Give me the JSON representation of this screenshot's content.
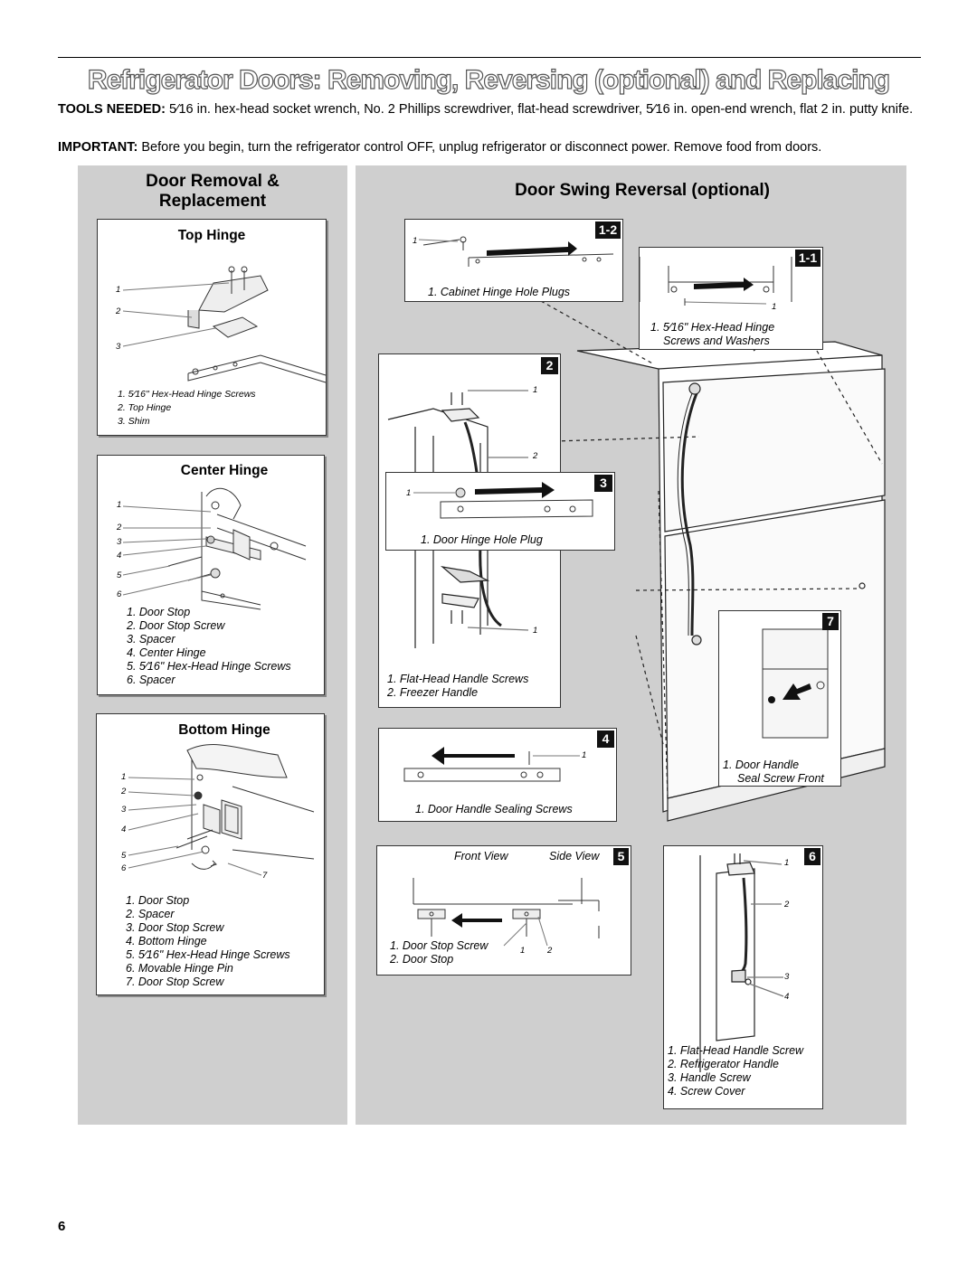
{
  "page": {
    "title": "Refrigerator Doors: Removing, Reversing (optional) and Replacing",
    "tools_label": "TOOLS NEEDED:",
    "tools_text": " 5⁄16 in. hex-head socket wrench, No. 2 Phillips screwdriver, flat-head screwdriver, 5⁄16 in. open-end wrench, flat 2 in. putty knife.",
    "important_label": "IMPORTANT:",
    "important_text": " Before you begin, turn the refrigerator control OFF, unplug refrigerator or disconnect power. Remove food from doors.",
    "page_number": "6"
  },
  "left": {
    "heading_line1": "Door Removal &",
    "heading_line2": "Replacement",
    "top_hinge": {
      "title": "Top Hinge",
      "callouts": [
        "1",
        "2",
        "3"
      ],
      "legend": [
        "1. 5⁄16\" Hex-Head Hinge Screws",
        "2. Top Hinge",
        "3. Shim"
      ]
    },
    "center_hinge": {
      "title": "Center Hinge",
      "callouts": [
        "1",
        "2",
        "3",
        "4",
        "5",
        "6"
      ],
      "legend": [
        "1. Door Stop",
        "2. Door Stop Screw",
        "3. Spacer",
        "4. Center Hinge",
        "5. 5⁄16\" Hex-Head Hinge Screws",
        "6. Spacer"
      ]
    },
    "bottom_hinge": {
      "title": "Bottom Hinge",
      "callouts": [
        "1",
        "2",
        "3",
        "4",
        "5",
        "6",
        "7"
      ],
      "legend": [
        "1. Door Stop",
        "2. Spacer",
        "3. Door Stop Screw",
        "4. Bottom Hinge",
        "5. 5⁄16\" Hex-Head Hinge Screws",
        "6. Movable Hinge Pin",
        "7. Door Stop Screw"
      ]
    }
  },
  "right": {
    "heading": "Door Swing Reversal (optional)",
    "step_1_2": {
      "tag": "1-2",
      "callout": "1",
      "legend": "1. Cabinet Hinge Hole Plugs"
    },
    "step_1_1": {
      "tag": "1-1",
      "callout": "1",
      "legend_line1": "1. 5⁄16\" Hex-Head Hinge",
      "legend_line2": "Screws and Washers"
    },
    "step_2": {
      "tag": "2",
      "callouts": [
        "1",
        "2",
        "1"
      ],
      "legend": [
        "1. Flat-Head Handle Screws",
        "2. Freezer Handle"
      ]
    },
    "step_3": {
      "tag": "3",
      "callout": "1",
      "legend": "1. Door Hinge Hole Plug"
    },
    "step_4": {
      "tag": "4",
      "callout": "1",
      "legend": "1. Door Handle Sealing Screws"
    },
    "step_5": {
      "tag": "5",
      "front_view": "Front View",
      "side_view": "Side View",
      "legend": [
        "1. Door Stop Screw",
        "2. Door Stop"
      ],
      "callouts": [
        "1",
        "2"
      ]
    },
    "step_6": {
      "tag": "6",
      "callouts": [
        "1",
        "2",
        "3",
        "4"
      ],
      "legend": [
        "1. Flat-Head Handle Screw",
        "2. Refrigerator Handle",
        "3. Handle Screw",
        "4. Screw Cover"
      ]
    },
    "step_7": {
      "tag": "7",
      "legend_line1": "1. Door Handle",
      "legend_line2": "Seal Screw Front"
    }
  }
}
